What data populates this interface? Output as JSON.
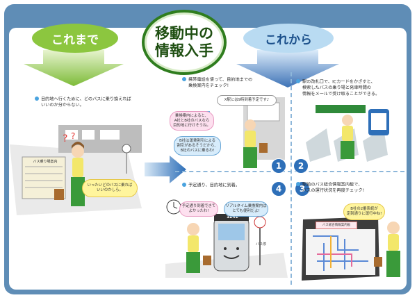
{
  "colors": {
    "frame": "#5f8db6",
    "green_arrow": "#8cc63f",
    "blue_arrow": "#4a7fc0",
    "step_circle": "#2e6fb8",
    "title_ring": "#2f7d1e"
  },
  "title": {
    "line1": "移動中の",
    "line2": "情報入手"
  },
  "labels": {
    "before": "これまで",
    "after": "これから"
  },
  "before": {
    "caption": [
      "目的地へ行くために、どのバスに乗り換えれば",
      "いいのか分からない。"
    ],
    "speech": [
      "いったいどのバスに乗れば",
      "いいのかしら。"
    ],
    "station_sign": "バス乗り場案内"
  },
  "panel1": {
    "caption": [
      "携帯電話を使って、目的地までの",
      "乗換案内をチェック!"
    ],
    "bubble_train": "X駅には9時到着予定です♪",
    "bubble_pink": [
      "乗換案内によると、",
      "A社とB社のバスなら",
      "目的地に行けそうね。"
    ],
    "bubble_blue": [
      "B社は運賃割引による",
      "割引があるそうだから、",
      "B社のバスに乗るわ!"
    ]
  },
  "panel2": {
    "caption": [
      "駅の改札口で、ICカードをかざすと、",
      "検索したバスの乗り場と発車時間の",
      "情報をメールで受け取ることができる。"
    ]
  },
  "panel3": {
    "caption": [
      "駅前のバス総合情報案内板で、",
      "バスの運行状況を再度チェック!"
    ],
    "bubble": [
      "B社の2番系統が",
      "定刻通りに運行中ね!"
    ],
    "board_title": "バス総合情報案内板"
  },
  "panel4": {
    "caption": [
      "予定通り、目的地に到着。"
    ],
    "bubble_left": [
      "予定通り到着できて",
      "よかったわ!"
    ],
    "bubble_right": [
      "リアルタイム乗換案内は",
      "とても便利だよ!"
    ],
    "bus_number": "1241",
    "bus_stop": "バス停"
  },
  "steps": [
    "1",
    "2",
    "3",
    "4"
  ]
}
